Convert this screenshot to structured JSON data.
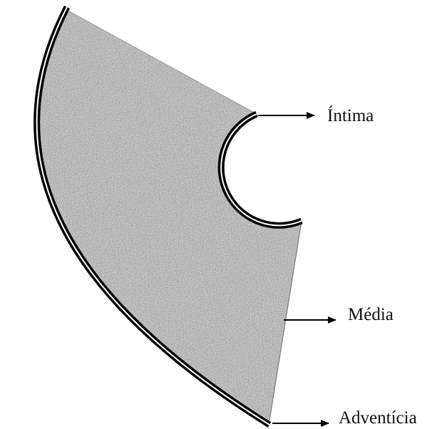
{
  "labels": {
    "intima": "Íntima",
    "media": "Média",
    "adventicia": "Adventícia"
  },
  "colors": {
    "tissue_base": "#a9a9a9",
    "outline": "#000000",
    "background": "#ffffff"
  }
}
